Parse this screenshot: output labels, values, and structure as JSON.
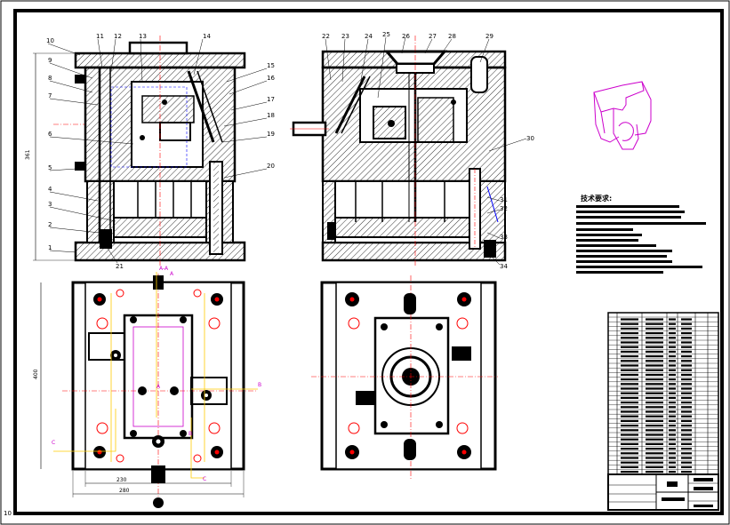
{
  "part_labels": {
    "left": [
      "10",
      "11",
      "12",
      "13",
      "14",
      "9",
      "8",
      "7",
      "6",
      "5",
      "4",
      "3",
      "2",
      "1",
      "15",
      "16",
      "17",
      "18",
      "19",
      "20",
      "21"
    ],
    "right": [
      "22",
      "23",
      "24",
      "25",
      "26",
      "27",
      "28",
      "29",
      "30",
      "31",
      "32",
      "33",
      "34"
    ]
  },
  "dimensions": {
    "front_height": "361",
    "plan_height": "400",
    "plan_width_inner": "230",
    "plan_width_outer": "280",
    "section_mark": "A-A"
  },
  "plan_markers": [
    "A",
    "A",
    "B",
    "B",
    "C",
    "C"
  ],
  "tech_requirements_title": "技术要求:",
  "corner_mark": "10"
}
